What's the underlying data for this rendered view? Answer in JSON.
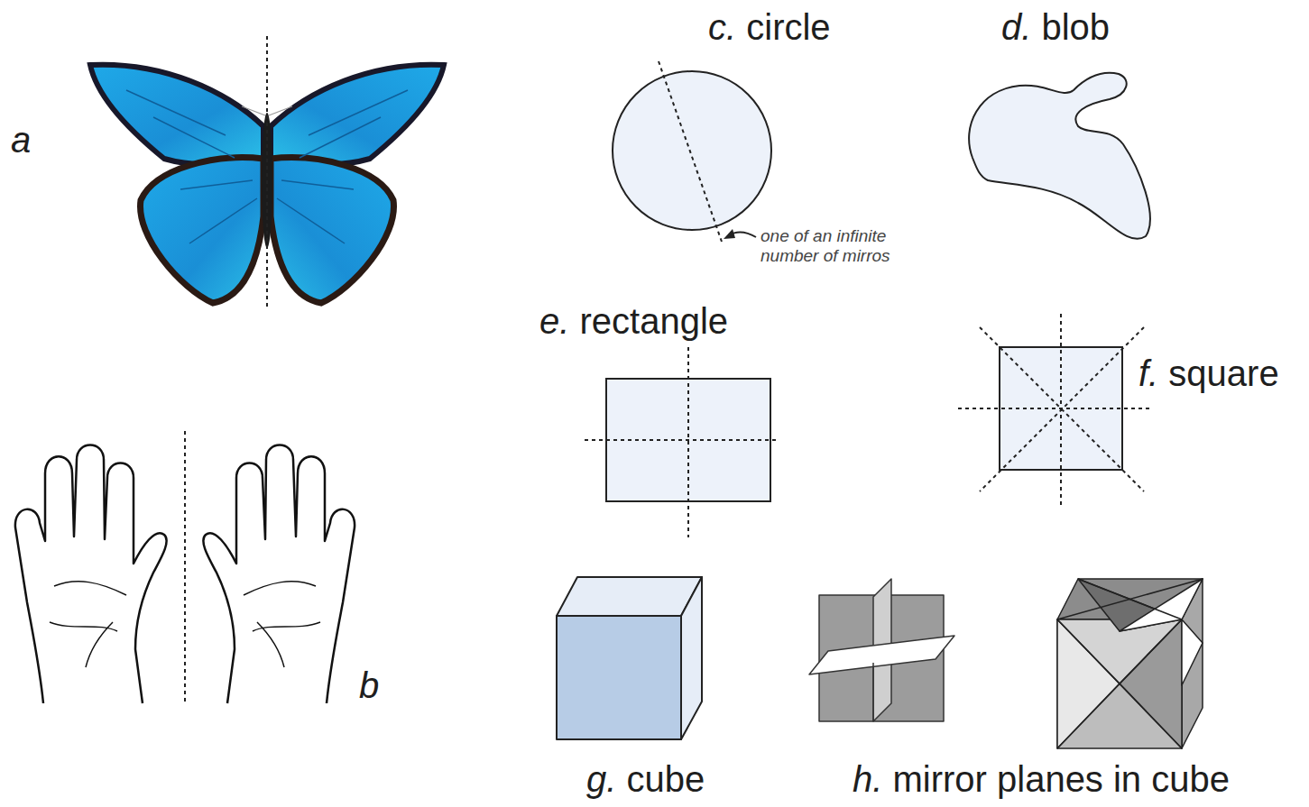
{
  "diagram": {
    "labels": [
      "a",
      "c. circle",
      "d. blob",
      "one of an infinite number of mirros",
      "e. rectangle",
      "f. square",
      "b",
      "g. cube",
      "h. mirror planes in cube"
    ]
  }
}
